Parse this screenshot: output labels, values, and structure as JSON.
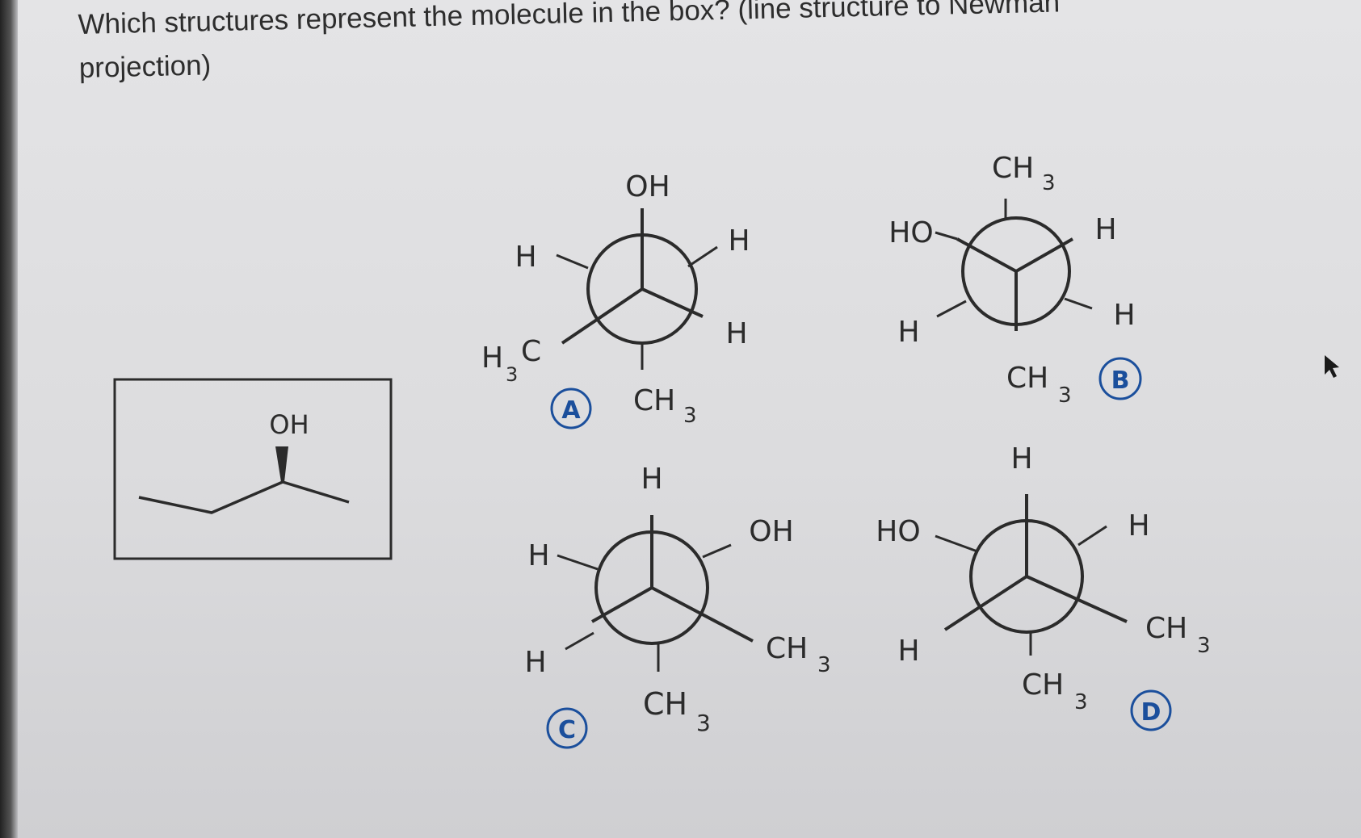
{
  "question": "Which structures represent the molecule in the box? (line structure to Newman projection)",
  "box": {
    "oh": "OH"
  },
  "structures": [
    {
      "letter": "A",
      "groups": {
        "top": "OH",
        "bottom": "CH",
        "bottom_sub": "3",
        "upper_right": "H",
        "lower_right": "H",
        "upper_left": "H",
        "lower_left": "H",
        "lower_left_sub": "3",
        "lower_left_c": "C"
      }
    },
    {
      "letter": "B",
      "groups": {
        "top": "CH",
        "top_sub": "3",
        "bottom": "CH",
        "bottom_sub": "3",
        "upper_left": "HO",
        "upper_right": "H",
        "lower_left": "H",
        "lower_right": "H"
      }
    },
    {
      "letter": "C",
      "groups": {
        "top": "H",
        "bottom": "CH",
        "bottom_sub": "3",
        "upper_left": "H",
        "lower_left": "H",
        "upper_right": "OH",
        "lower_right": "CH",
        "lower_right_sub": "3"
      }
    },
    {
      "letter": "D",
      "groups": {
        "top": "H",
        "bottom": "CH",
        "bottom_sub": "3",
        "upper_left": "HO",
        "upper_right": "H",
        "lower_left": "H",
        "lower_right": "CH",
        "lower_right_sub": "3"
      }
    }
  ],
  "colors": {
    "ink": "#2b2b2b",
    "circle_letters": "#1b4f9c"
  },
  "icons": [
    "mouse-cursor-icon"
  ]
}
